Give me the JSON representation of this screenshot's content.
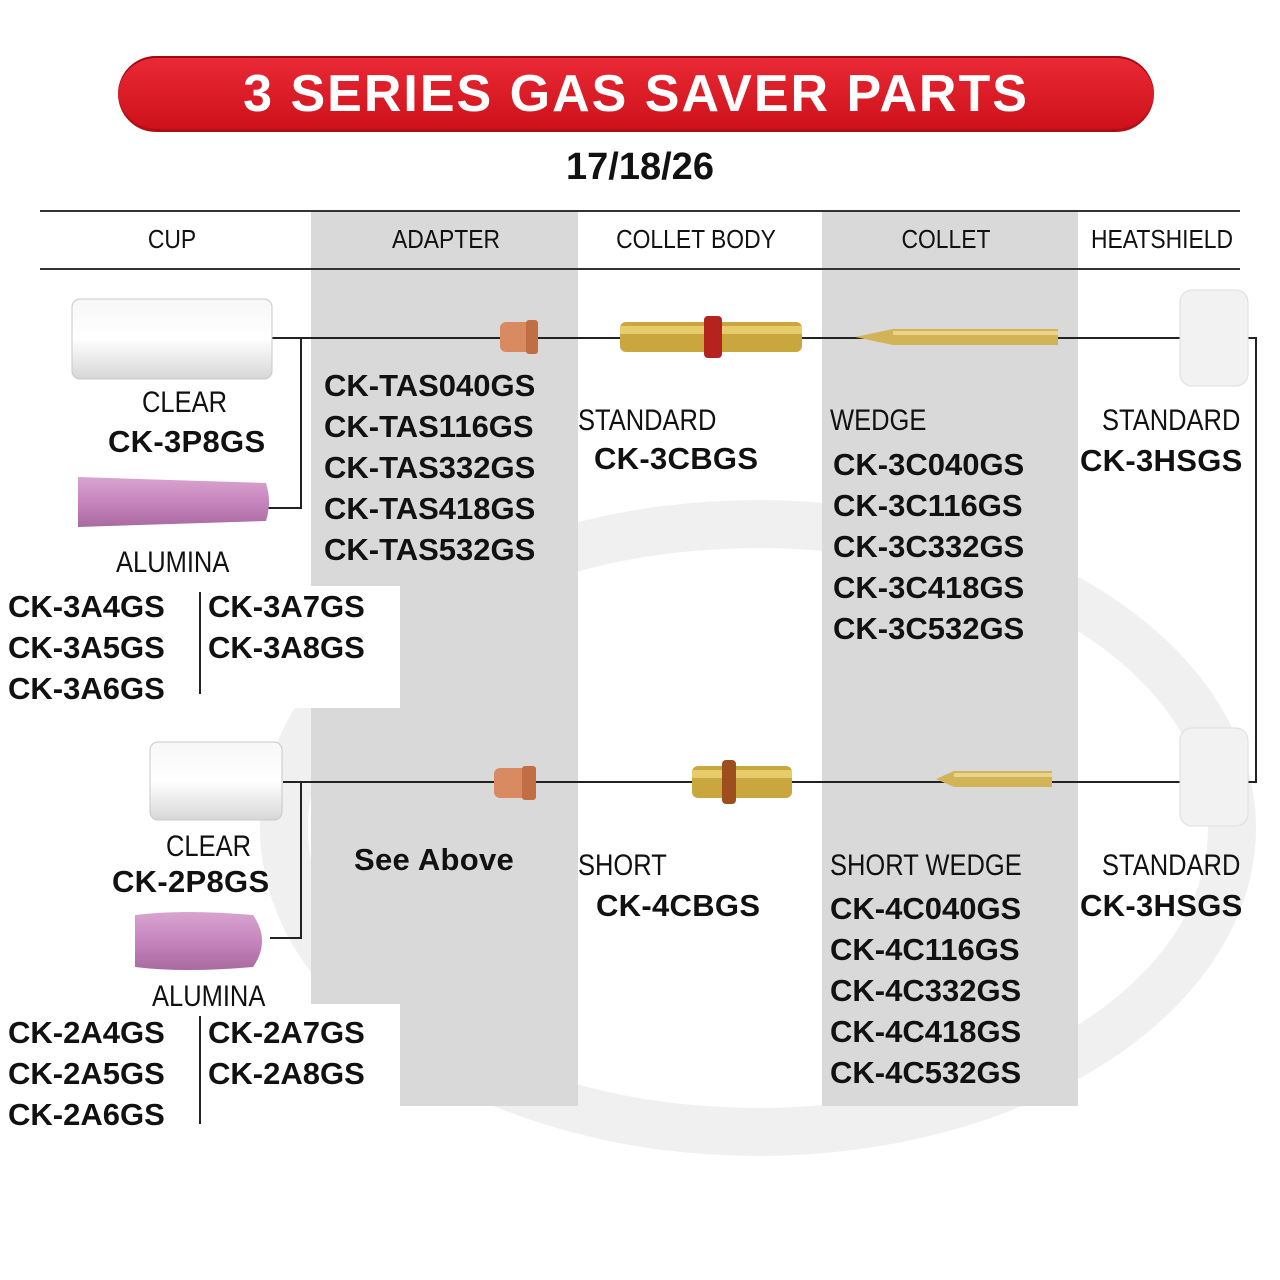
{
  "header": {
    "title": "3 SERIES GAS SAVER PARTS",
    "subtitle": "17/18/26"
  },
  "columns": [
    "CUP",
    "ADAPTER",
    "COLLET BODY",
    "COLLET",
    "HEATSHIELD"
  ],
  "top_row": {
    "cup_clear": {
      "label": "CLEAR",
      "part": "CK-3P8GS"
    },
    "cup_alumina": {
      "label": "ALUMINA",
      "parts_left": [
        "CK-3A4GS",
        "CK-3A5GS",
        "CK-3A6GS"
      ],
      "parts_right": [
        "CK-3A7GS",
        "CK-3A8GS"
      ]
    },
    "adapter_parts": [
      "CK-TAS040GS",
      "CK-TAS116GS",
      "CK-TAS332GS",
      "CK-TAS418GS",
      "CK-TAS532GS"
    ],
    "collet_body": {
      "label": "STANDARD",
      "part": "CK-3CBGS"
    },
    "collet": {
      "label": "WEDGE",
      "parts": [
        "CK-3C040GS",
        "CK-3C116GS",
        "CK-3C332GS",
        "CK-3C418GS",
        "CK-3C532GS"
      ]
    },
    "heatshield": {
      "label": "STANDARD",
      "part": "CK-3HSGS"
    }
  },
  "bottom_row": {
    "cup_clear": {
      "label": "CLEAR",
      "part": "CK-2P8GS"
    },
    "cup_alumina": {
      "label": "ALUMINA",
      "parts_left": [
        "CK-2A4GS",
        "CK-2A5GS",
        "CK-2A6GS"
      ],
      "parts_right": [
        "CK-2A7GS",
        "CK-2A8GS"
      ]
    },
    "adapter_note": "See Above",
    "collet_body": {
      "label": "SHORT",
      "part": "CK-4CBGS"
    },
    "collet": {
      "label": "SHORT WEDGE",
      "parts": [
        "CK-4C040GS",
        "CK-4C116GS",
        "CK-4C332GS",
        "CK-4C418GS",
        "CK-4C532GS"
      ]
    },
    "heatshield": {
      "label": "STANDARD",
      "part": "CK-3HSGS"
    }
  },
  "colors": {
    "title_red": "#dc1f28",
    "band_gray": "#d9d9d9",
    "brass": "#c9a33a",
    "alumina_pink": "#c98bc0",
    "copper": "#d98a60"
  }
}
